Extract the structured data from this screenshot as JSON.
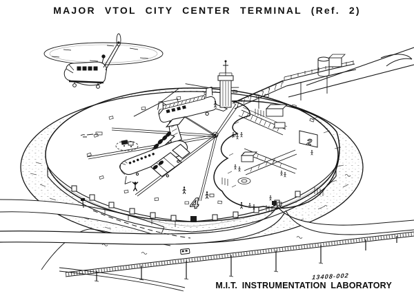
{
  "title": "MAJOR VTOL CITY CENTER TERMINAL (Ref. 2)",
  "colors": {
    "paper": "#ffffff",
    "ink": "#161616"
  },
  "deck": {
    "pad_number_large": "4",
    "pad_number_small": "2"
  },
  "footer": {
    "figure_number": "13408-002",
    "attribution": "M.I.T. INSTRUMENTATION LABORATORY"
  },
  "illustration": {
    "elements": [
      "flying-helicopter",
      "rotor-disc",
      "parked-tandem-rotor-helicopter",
      "tilt-wing-vtol-transport",
      "circular-landing-deck",
      "deck-guidance-spokes",
      "terminal-interior-cutaway",
      "escalators",
      "control-tower",
      "elevated-walkway",
      "elevator-tower",
      "access-roads",
      "elevated-guideway",
      "guideway-vehicle",
      "ground-crew-figure",
      "passenger-figures"
    ]
  }
}
